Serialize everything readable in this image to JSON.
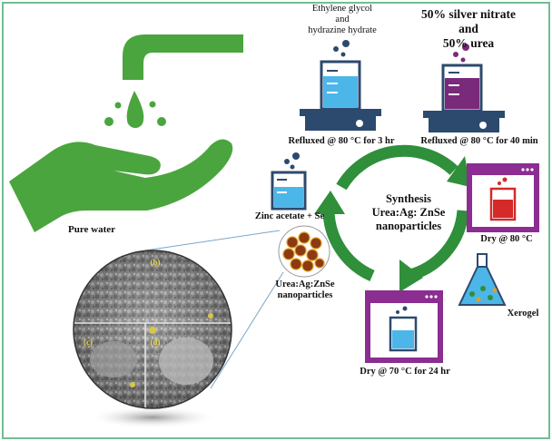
{
  "labels": {
    "pure_water": "Pure water",
    "reagent1_line1": "Ethylene glycol",
    "reagent1_line2": "and",
    "reagent1_line3": "hydrazine hydrate",
    "reagent2_line1": "50% silver nitrate",
    "reagent2_line2": "and",
    "reagent2_line3": "50% urea",
    "reflux1": "Refluxed @ 80 °C for 3 hr",
    "reflux2": "Refluxed @ 80 °C for 40 min",
    "zinc": "Zinc acetate + Se",
    "center_line1": "Synthesis",
    "center_line2": "Urea:Ag: ZnSe",
    "center_line3": "nanoparticles",
    "dry80": "Dry  @ 80 °C",
    "xerogel": "Xerogel",
    "np_line1": "Urea:Ag:ZnSe",
    "np_line2": "nanoparticles",
    "dry70": "Dry  @ 70 °C for 24 hr",
    "sem_b": "(b)",
    "sem_c": "(c)",
    "sem_d": "(d)"
  },
  "colors": {
    "green": "#4aa53e",
    "dark_green": "#2f8f3b",
    "navy": "#2c4a6e",
    "light_blue": "#4db6e8",
    "purple": "#7a2a7a",
    "window_purple": "#8b2d91",
    "red": "#d42a2a",
    "brown": "#8b3a12",
    "frame": "#6fbf8f"
  },
  "icons": [
    "faucet-icon",
    "water-drop-icon",
    "hand-icon",
    "beaker-icon",
    "hot-plate-icon",
    "browser-window-icon",
    "flask-icon"
  ]
}
